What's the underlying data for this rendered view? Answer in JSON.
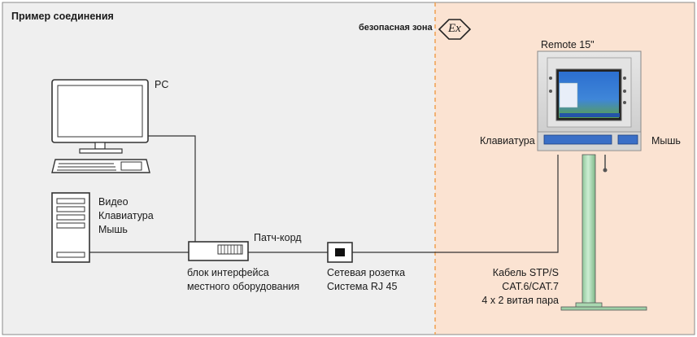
{
  "title": "Пример соединения",
  "safe_zone_label": "безопасная зона",
  "ex_symbol": "Ex",
  "pc_label": "PC",
  "tower_label": "Видео\nКлавиатура\nМышь",
  "patch_cord_label": "Патч-корд",
  "interface_block_label": "блок интерфейса\nместного оборудования",
  "network_socket_label": "Сетевая розетка\nСистема RJ 45",
  "cable_label": "Кабель STP/S CAT.6/CAT.7\n4 x 2 витая пара",
  "remote_label": "Remote 15\"",
  "keyboard_label": "Клавиатура",
  "mouse_label": "Мышь",
  "colors": {
    "safe_zone_bg": "#efefef",
    "hazard_zone_bg": "#fbe3d2",
    "zone_divider": "#f0a050",
    "pole": "#a9d8b1",
    "screen_bg": "#1b5db3",
    "keyboard_bar": "#3a6fc7"
  }
}
